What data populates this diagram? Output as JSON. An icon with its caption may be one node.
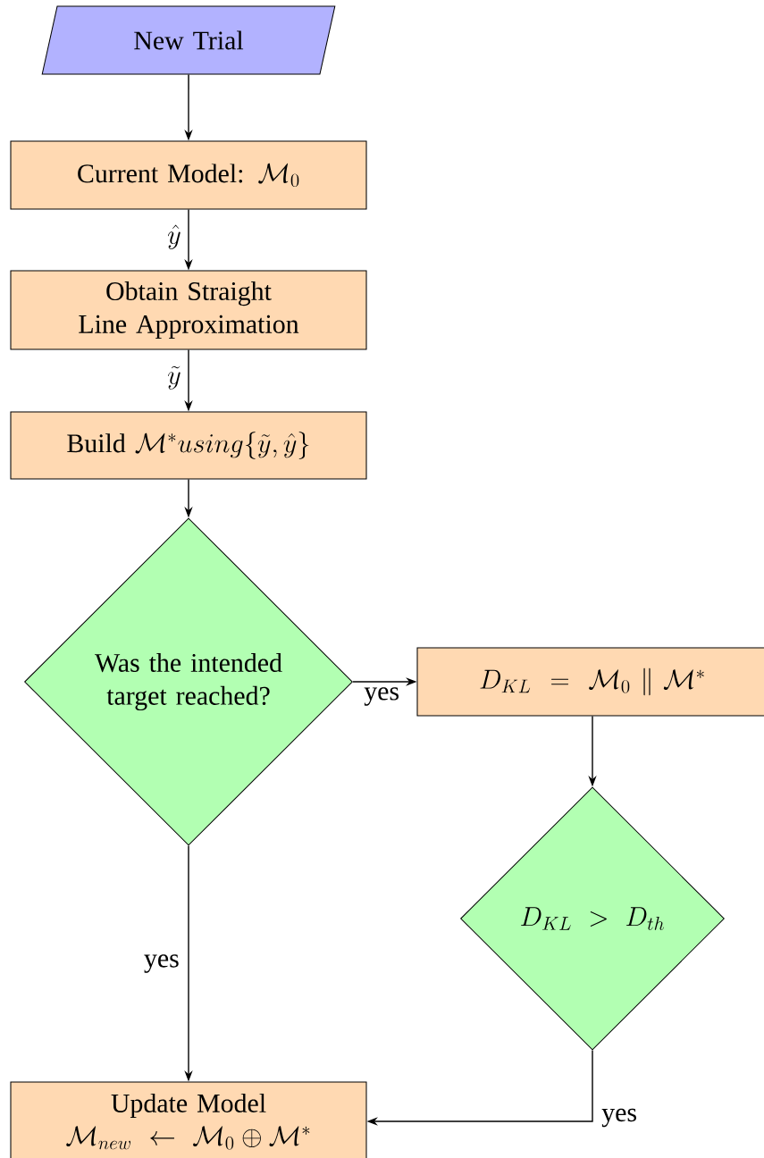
{
  "diagram": {
    "nodes": [
      {
        "text": [
          "New Trial"
        ]
      },
      {
        "text": [
          "\\text{Current Model: }\\mathcal{M}_0"
        ]
      },
      {
        "text": [
          "Obtain Straight Line Approximation"
        ]
      },
      {
        "text": [
          "\\text{Build }\\mathcal{M}^{*} using\\{\\tilde{y},\\hat{y}\\}"
        ]
      },
      {
        "text": [
          "Was the intended target reached?"
        ]
      },
      {
        "text": [
          "D_{KL} \\;=\\; \\mathcal{M}_0 \\;\\|\\; \\mathcal{M}^{*}"
        ]
      },
      {
        "text": [
          "D_{KL} \\;>\\; D_{th}"
        ]
      },
      {
        "text": [
          "Update Model",
          "\\mathcal{M}_{new} \\;\\leftarrow\\; \\mathcal{M}_0 \\oplus \\mathcal{M}^{*}"
        ]
      }
    ],
    "edges": [
      {
        "from": 0,
        "to": 1,
        "arrow": "to"
      },
      {
        "from": 1,
        "to": 2,
        "arrow": "to",
        "label": "\\hat{y}"
      },
      {
        "from": 2,
        "to": 3,
        "arrow": "to",
        "label": "\\tilde{y}"
      },
      {
        "from": 3,
        "to": 4,
        "arrow": "to"
      },
      {
        "from": 4,
        "to": 5,
        "arrow": "to",
        "label": "yes"
      },
      {
        "from": 5,
        "to": 6,
        "arrow": "to"
      },
      {
        "from": 4,
        "to": 7,
        "arrow": "to",
        "label": "yes"
      },
      {
        "from": 6,
        "to": 7,
        "arrow": "to",
        "label": "yes"
      }
    ]
  }
}
